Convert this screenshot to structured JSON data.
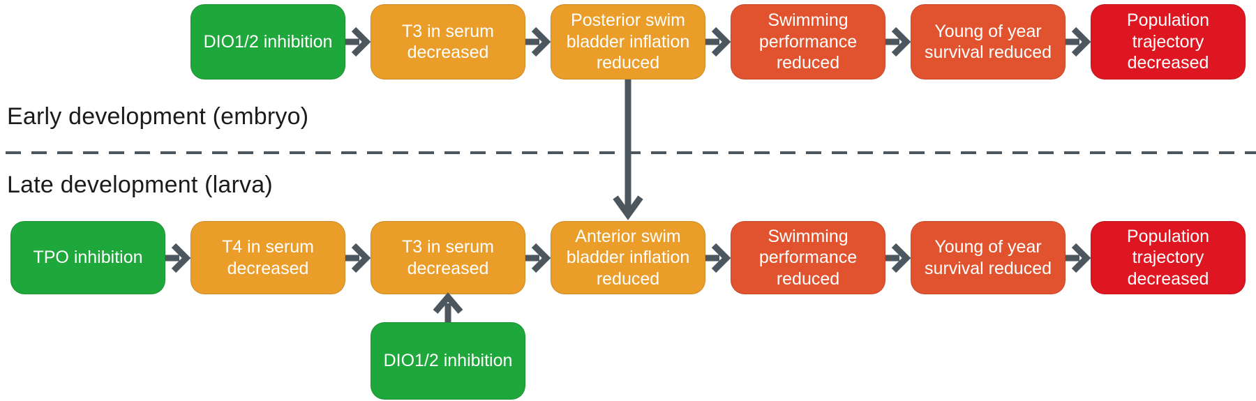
{
  "diagram": {
    "sections": {
      "early_label": "Early development (embryo)",
      "late_label": "Late development (larva)"
    },
    "early_row": [
      {
        "label": "DIO1/2 inhibition",
        "kind": "inhibition"
      },
      {
        "label": "T3 in serum decreased",
        "kind": "key-event"
      },
      {
        "label": "Posterior swim bladder inflation reduced",
        "kind": "key-event"
      },
      {
        "label": "Swimming performance reduced",
        "kind": "adverse-effect"
      },
      {
        "label": "Young of year survival reduced",
        "kind": "adverse-effect"
      },
      {
        "label": "Population trajectory decreased",
        "kind": "outcome"
      }
    ],
    "late_row": [
      {
        "label": "TPO inhibition",
        "kind": "inhibition"
      },
      {
        "label": "T4 in serum decreased",
        "kind": "key-event"
      },
      {
        "label": "T3 in serum decreased",
        "kind": "key-event"
      },
      {
        "label": "Anterior swim bladder inflation reduced",
        "kind": "key-event"
      },
      {
        "label": "Swimming performance reduced",
        "kind": "adverse-effect"
      },
      {
        "label": "Young of year survival reduced",
        "kind": "adverse-effect"
      },
      {
        "label": "Population trajectory decreased",
        "kind": "outcome"
      }
    ],
    "late_extra": {
      "label": "DIO1/2 inhibition",
      "kind": "inhibition"
    },
    "colors": {
      "inhibition_green": "#1EA73A",
      "key_event_orange": "#EA9D28",
      "adverse_effect_orange_red": "#E1532E",
      "outcome_red": "#DD1621",
      "arrow_gray": "#4C565F",
      "section_label_text": "#1B1B1B",
      "node_text": "#FFFFFF"
    },
    "icons": {
      "flow": "arrow-right-icon",
      "cascade": "arrow-down-icon",
      "input": "arrow-up-icon"
    }
  }
}
